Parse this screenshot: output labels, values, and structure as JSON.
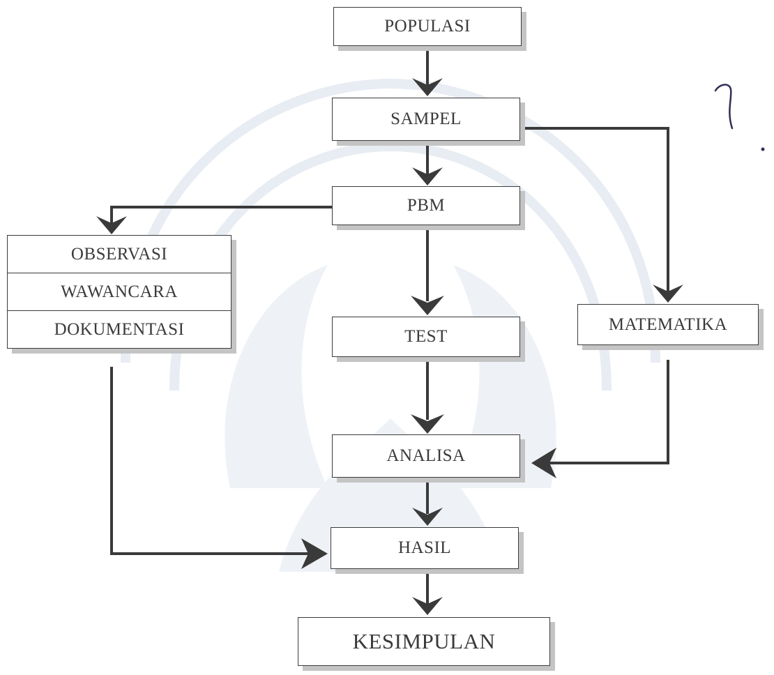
{
  "diagram": {
    "nodes": {
      "populasi": "POPULASI",
      "sampel": "SAMPEL",
      "pbm": "PBM",
      "test": "TEST",
      "matematika": "MATEMATIKA",
      "analisa": "ANALISA",
      "hasil": "HASIL",
      "kesimpulan": "KESIMPULAN"
    },
    "data_collection": [
      "OBSERVASI",
      "WAWANCARA",
      "DOKUMENTASI"
    ],
    "edges": [
      {
        "from": "POPULASI",
        "to": "SAMPEL"
      },
      {
        "from": "SAMPEL",
        "to": "PBM"
      },
      {
        "from": "SAMPEL",
        "to": "MATEMATIKA"
      },
      {
        "from": "PBM",
        "to": "OBSERVASI"
      },
      {
        "from": "PBM",
        "to": "TEST"
      },
      {
        "from": "TEST",
        "to": "ANALISA"
      },
      {
        "from": "MATEMATIKA",
        "to": "ANALISA"
      },
      {
        "from": "DOKUMENTASI",
        "to": "HASIL"
      },
      {
        "from": "ANALISA",
        "to": "HASIL"
      },
      {
        "from": "HASIL",
        "to": "KESIMPULAN"
      }
    ]
  },
  "colors": {
    "line": "#3a3a3a",
    "box_shadow": "#c4c4c4",
    "watermark": "#e6eaf2"
  }
}
